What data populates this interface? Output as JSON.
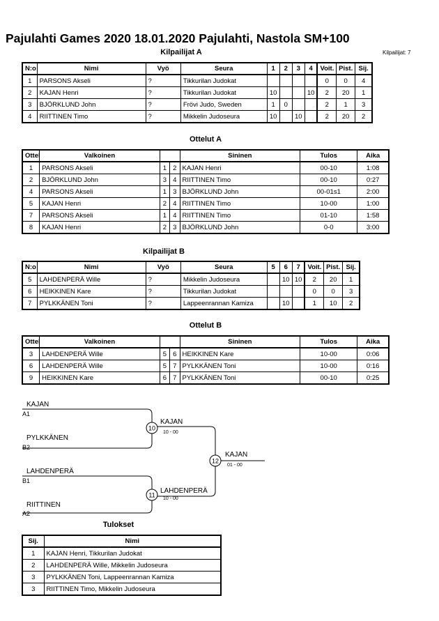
{
  "header": {
    "title": "Pajulahti Games 2020  18.01.2020  Pajulahti, Nastola   SM+100",
    "count": "Kilpailijat: 7"
  },
  "poolA": {
    "title": "Kilpailijat A",
    "headers": [
      "N:o",
      "Nimi",
      "Vyö",
      "Seura",
      "1",
      "2",
      "3",
      "4",
      "Voit.",
      "Pist.",
      "Sij."
    ],
    "rows": [
      [
        "1",
        "PARSONS Akseli",
        "?",
        "Tikkurilan Judokat",
        "",
        "",
        "",
        "",
        "0",
        "0",
        "4"
      ],
      [
        "2",
        "KAJAN Henri",
        "?",
        "Tikkurilan Judokat",
        "10",
        "",
        "",
        "10",
        "2",
        "20",
        "1"
      ],
      [
        "3",
        "BJÖRKLUND John",
        "?",
        "Frövi Judo, Sweden",
        "1",
        "0",
        "",
        "",
        "2",
        "1",
        "3"
      ],
      [
        "4",
        "RIITTINEN Timo",
        "?",
        "Mikkelin Judoseura",
        "10",
        "",
        "10",
        "",
        "2",
        "20",
        "2"
      ]
    ]
  },
  "matchesA": {
    "title": "Ottelut A",
    "headers": [
      "Ottelu",
      "Valkoinen",
      "",
      "",
      "Sininen",
      "Tulos",
      "Aika"
    ],
    "rows": [
      [
        "1",
        "PARSONS Akseli",
        "1",
        "2",
        "KAJAN Henri",
        "00-10",
        "1:08"
      ],
      [
        "2",
        "BJÖRKLUND John",
        "3",
        "4",
        "RIITTINEN Timo",
        "00-10",
        "0:27"
      ],
      [
        "4",
        "PARSONS Akseli",
        "1",
        "3",
        "BJÖRKLUND John",
        "00-01s1",
        "2:00"
      ],
      [
        "5",
        "KAJAN Henri",
        "2",
        "4",
        "RIITTINEN Timo",
        "10-00",
        "1:00"
      ],
      [
        "7",
        "PARSONS Akseli",
        "1",
        "4",
        "RIITTINEN Timo",
        "01-10",
        "1:58"
      ],
      [
        "8",
        "KAJAN Henri",
        "2",
        "3",
        "BJÖRKLUND John",
        "0-0",
        "3:00"
      ]
    ]
  },
  "poolB": {
    "title": "Kilpailijat B",
    "headers": [
      "N:o",
      "Nimi",
      "Vyö",
      "Seura",
      "5",
      "6",
      "7",
      "Voit.",
      "Pist.",
      "Sij."
    ],
    "rows": [
      [
        "5",
        "LAHDENPERÄ Wille",
        "?",
        "Mikkelin Judoseura",
        "",
        "10",
        "10",
        "2",
        "20",
        "1"
      ],
      [
        "6",
        "HEIKKINEN Kare",
        "?",
        "Tikkurilan Judokat",
        "",
        "",
        "",
        "0",
        "0",
        "3"
      ],
      [
        "7",
        "PYLKKÄNEN Toni",
        "?",
        "Lappeenrannan Kamiza",
        "",
        "10",
        "",
        "1",
        "10",
        "2"
      ]
    ]
  },
  "matchesB": {
    "title": "Ottelut B",
    "headers": [
      "Ottelu",
      "Valkoinen",
      "",
      "",
      "Sininen",
      "Tulos",
      "Aika"
    ],
    "rows": [
      [
        "3",
        "LAHDENPERÄ Wille",
        "5",
        "6",
        "HEIKKINEN Kare",
        "10-00",
        "0:06"
      ],
      [
        "6",
        "LAHDENPERÄ Wille",
        "5",
        "7",
        "PYLKKÄNEN Toni",
        "10-00",
        "0:16"
      ],
      [
        "9",
        "HEIKKINEN Kare",
        "6",
        "7",
        "PYLKKÄNEN Toni",
        "00-10",
        "0:25"
      ]
    ]
  },
  "bracket": {
    "sf1_top_name": "KAJAN",
    "sf1_top_seed": "A1",
    "sf1_bot_name": "PYLKKÄNEN",
    "sf1_bot_seed": "B2",
    "sf1_num": "10",
    "sf1_winner": "KAJAN",
    "sf1_score": "10 - 00",
    "sf2_top_name": "LAHDENPERÄ",
    "sf2_top_seed": "B1",
    "sf2_bot_name": "RIITTINEN",
    "sf2_bot_seed": "A2",
    "sf2_num": "11",
    "sf2_winner": "LAHDENPERÄ",
    "sf2_score": "10 - 00",
    "final_num": "12",
    "final_winner": "KAJAN",
    "final_score": "01 - 00"
  },
  "results": {
    "title": "Tulokset",
    "headers": [
      "Sij.",
      "Nimi"
    ],
    "rows": [
      [
        "1",
        "KAJAN Henri, Tikkurilan Judokat"
      ],
      [
        "2",
        "LAHDENPERÄ Wille, Mikkelin Judoseura"
      ],
      [
        "3",
        "PYLKKÄNEN Toni, Lappeenrannan Kamiza"
      ],
      [
        "3",
        "RIITTINEN Timo, Mikkelin Judoseura"
      ]
    ]
  }
}
